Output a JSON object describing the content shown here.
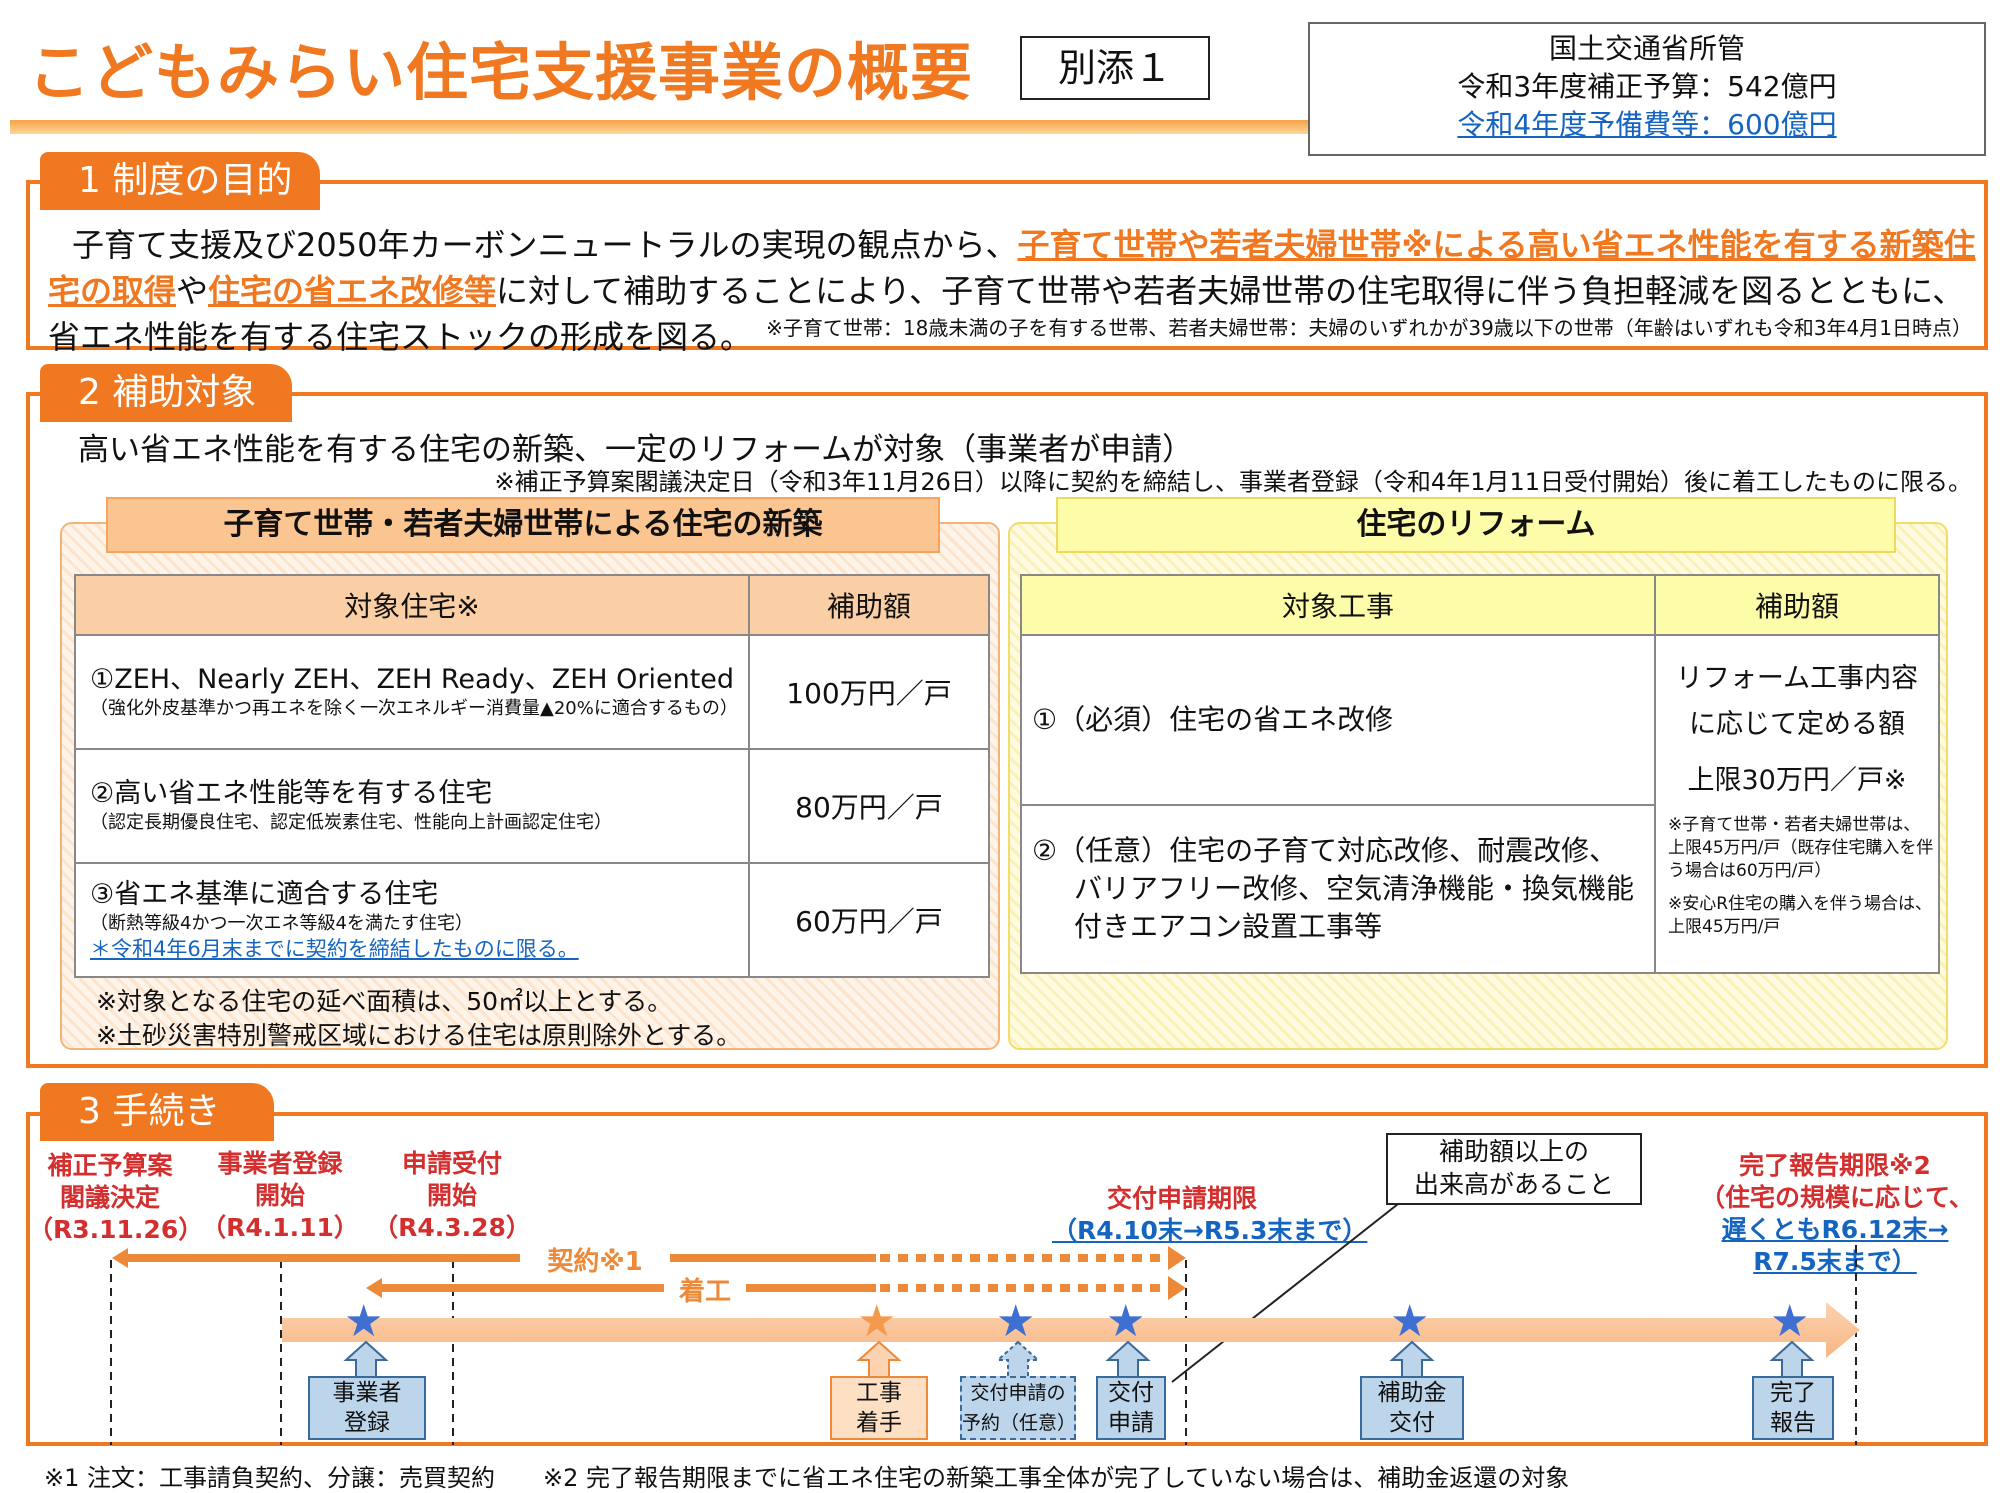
{
  "header": {
    "title": "こどもみらい住宅支援事業の概要",
    "attachment": "別添１",
    "budget_lines": [
      "国土交通省所管",
      "令和3年度補正予算：542億円",
      "令和4年度予備費等：600億円"
    ]
  },
  "section1": {
    "tab": "1 制度の目的",
    "p1": "子育て支援及び2050年カーボンニュートラルの実現の観点から、",
    "hl1": "子育て世帯や若者夫婦世帯※による高い省エネ性能を有する新築住宅の取得",
    "p2": "や",
    "hl2": "住宅の省エネ改修等",
    "p3": "に対して補助することにより、子育て世帯や若者夫婦世帯の住宅取得に伴う負担軽減を図るとともに、省エネ性能を有する住宅ストックの形成を図る。",
    "note": "※子育て世帯：18歳未満の子を有する世帯、若者夫婦世帯：夫婦のいずれかが39歳以下の世帯（年齢はいずれも令和3年4月1日時点）"
  },
  "section2": {
    "tab": "2 補助対象",
    "line1": "高い省エネ性能を有する住宅の新築、一定のリフォームが対象（事業者が申請）",
    "line2": "※補正予算案閣議決定日（令和3年11月26日）以降に契約を締結し、事業者登録（令和4年1月11日受付開始）後に着工したものに限る。",
    "new_build": {
      "heading": "子育て世帯・若者夫婦世帯による住宅の新築",
      "col_house": "対象住宅※",
      "col_amount": "補助額",
      "rows": [
        {
          "main": "①ZEH、Nearly ZEH、ZEH Ready、ZEH Oriented",
          "sub": "（強化外皮基準かつ再エネを除く一次エネルギー消費量▲20%に適合するもの）",
          "link": "",
          "amount": "100万円／戸"
        },
        {
          "main": "②高い省エネ性能等を有する住宅",
          "sub": "（認定長期優良住宅、認定低炭素住宅、性能向上計画認定住宅）",
          "link": "",
          "amount": "80万円／戸"
        },
        {
          "main": "③省エネ基準に適合する住宅",
          "sub": "（断熱等級4かつ一次エネ等級4を満たす住宅）",
          "link": "＊令和4年6月末までに契約を締結したものに限る。",
          "amount": "60万円／戸"
        }
      ],
      "notes": [
        "※対象となる住宅の延べ面積は、50㎡以上とする。",
        "※土砂災害特別警戒区域における住宅は原則除外とする。"
      ]
    },
    "reform": {
      "heading": "住宅のリフォーム",
      "col_work": "対象工事",
      "col_amount": "補助額",
      "work1": "①（必須）住宅の省エネ改修",
      "work2_lines": [
        "②（任意）住宅の子育て対応改修、耐震改修、",
        "バリアフリー改修、空気清浄機能・換気機能",
        "付きエアコン設置工事等"
      ],
      "amount_lines": [
        "リフォーム工事内容",
        "に応じて定める額",
        "上限30万円／戸※"
      ],
      "amount_notes": [
        "※子育て世帯・若者夫婦世帯は、上限45万円/戸（既存住宅購入を伴う場合は60万円/戸）",
        "※安心R住宅の購入を伴う場合は、上限45万円/戸"
      ]
    }
  },
  "section3": {
    "tab": "3 手続き",
    "milestones": [
      {
        "lines": [
          "補正予算案",
          "閣議決定"
        ],
        "date": "（R3.11.26）"
      },
      {
        "lines": [
          "事業者登録",
          "開始"
        ],
        "date": "（R4.1.11）"
      },
      {
        "lines": [
          "申請受付",
          "開始"
        ],
        "date": "（R4.3.28）"
      }
    ],
    "deadline": {
      "title": "交付申請期限",
      "date": "（R4.10末→R5.3末まで）"
    },
    "report": {
      "title": "完了報告期限※2",
      "l1": "（住宅の規模に応じて、",
      "l2": "遅くともR6.12末→",
      "l3": "R7.5末まで）"
    },
    "contract_label": "契約※1",
    "start_label": "着工",
    "callout_lines": [
      "補助額以上の",
      "出来高があること"
    ],
    "steps": [
      {
        "l1": "事業者",
        "l2": "登録"
      },
      {
        "l1": "工事",
        "l2": "着手"
      },
      {
        "l1": "交付申請の",
        "l2": "予約（任意）"
      },
      {
        "l1": "交付",
        "l2": "申請"
      },
      {
        "l1": "補助金",
        "l2": "交付"
      },
      {
        "l1": "完了",
        "l2": "報告"
      }
    ],
    "footnote": "※1 注文：工事請負契約、分譲：売買契約　　※2 完了報告期限までに省エネ住宅の新築工事全体が完了していない場合は、補助金返還の対象"
  },
  "colors": {
    "accent": "#f07820",
    "link": "#1565c0",
    "red": "#d32f2f",
    "star": "#3e6fd1",
    "step_fill": "#bcd5ea"
  },
  "icons": {
    "milestone": "star-icon",
    "flow": "arrow-up-icon"
  }
}
